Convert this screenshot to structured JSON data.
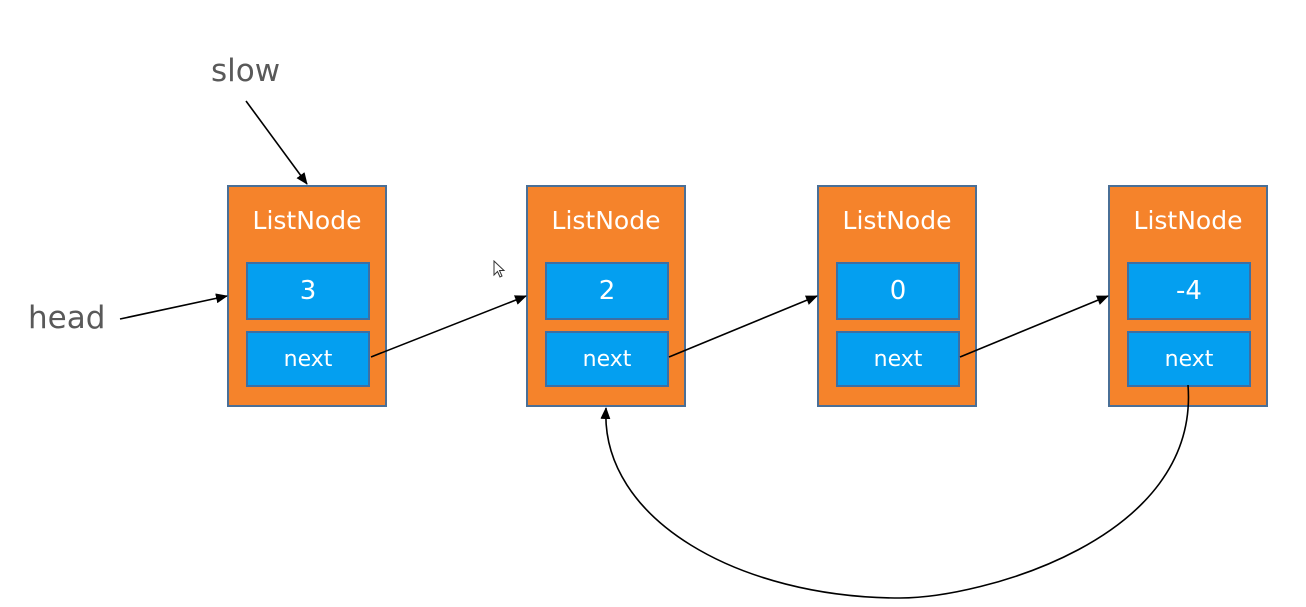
{
  "pointers": {
    "slow": "slow",
    "head": "head"
  },
  "nodes": [
    {
      "title": "ListNode",
      "val": "3",
      "next": "next"
    },
    {
      "title": "ListNode",
      "val": "2",
      "next": "next"
    },
    {
      "title": "ListNode",
      "val": "0",
      "next": "next"
    },
    {
      "title": "ListNode",
      "val": "-4",
      "next": "next"
    }
  ],
  "colors": {
    "node_fill": "#f5832b",
    "node_border": "#4a6f96",
    "cell_fill": "#049ff0",
    "cell_border": "#3c6fa4",
    "label_text": "#595959",
    "arrow": "#000000"
  },
  "icons": {
    "cursor": "mouse-pointer-icon"
  }
}
